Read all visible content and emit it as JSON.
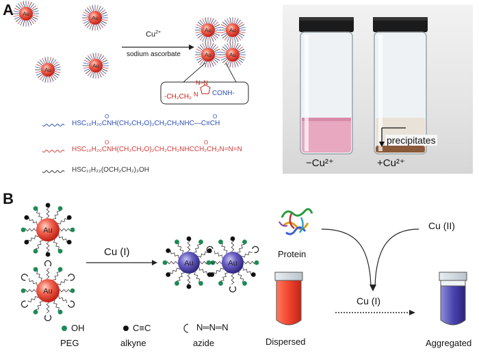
{
  "panel_a": {
    "label": "A",
    "np_label": "Au",
    "reagent_top": "Cu",
    "reagent_top_sup": "2+",
    "reagent_bottom": "sodium ascorbate",
    "triazole_left": "-CH₂CH₂",
    "triazole_n_top": "N–N",
    "triazole_n_left": "N",
    "triazole_right": "CONH-",
    "legend": [
      {
        "color": "#2b4fb0",
        "text": "HSC₁₀H₂₀CNH(CH₂CH₂O)₂CH₂CH₂NHC—C≡CH",
        "o1": "O",
        "o2": "O"
      },
      {
        "color": "#d33a3a",
        "text": "HSC₁₀H₂₀CNH(CH₂CH₂O)₂CH₂CH₂NHCCH₂CH₂N=N=N",
        "o1": "O",
        "o2": "O"
      },
      {
        "color": "#333333",
        "text": "HSC₁₁H₂₂(OCH₂CH₂)₃OH"
      }
    ],
    "photo": {
      "left_vial_label": "−Cu²⁺",
      "right_vial_label": "+Cu²⁺",
      "precipitates": "precipitates"
    }
  },
  "panel_b": {
    "label": "B",
    "np_label": "Au",
    "reagent": "Cu (I)",
    "legend": [
      {
        "symbol": "dot-green",
        "text": "OH",
        "sub": "PEG"
      },
      {
        "symbol": "dot-black",
        "text": "C≡C",
        "sub": "alkyne"
      },
      {
        "symbol": "crescent",
        "text": "N═N═N",
        "sub": "azide"
      }
    ],
    "protein_label": "Protein",
    "cu_ii_label": "Cu (II)",
    "cu_i_label": "Cu (I)",
    "dispersed_label": "Dispersed",
    "aggregated_label": "Aggregated",
    "colors": {
      "au_red": "#e23a2f",
      "au_blue": "#4a3fa0",
      "peg_green": "#1e8a55",
      "dispersed": "#e8412e",
      "aggregated": "#3a3aa0"
    }
  }
}
